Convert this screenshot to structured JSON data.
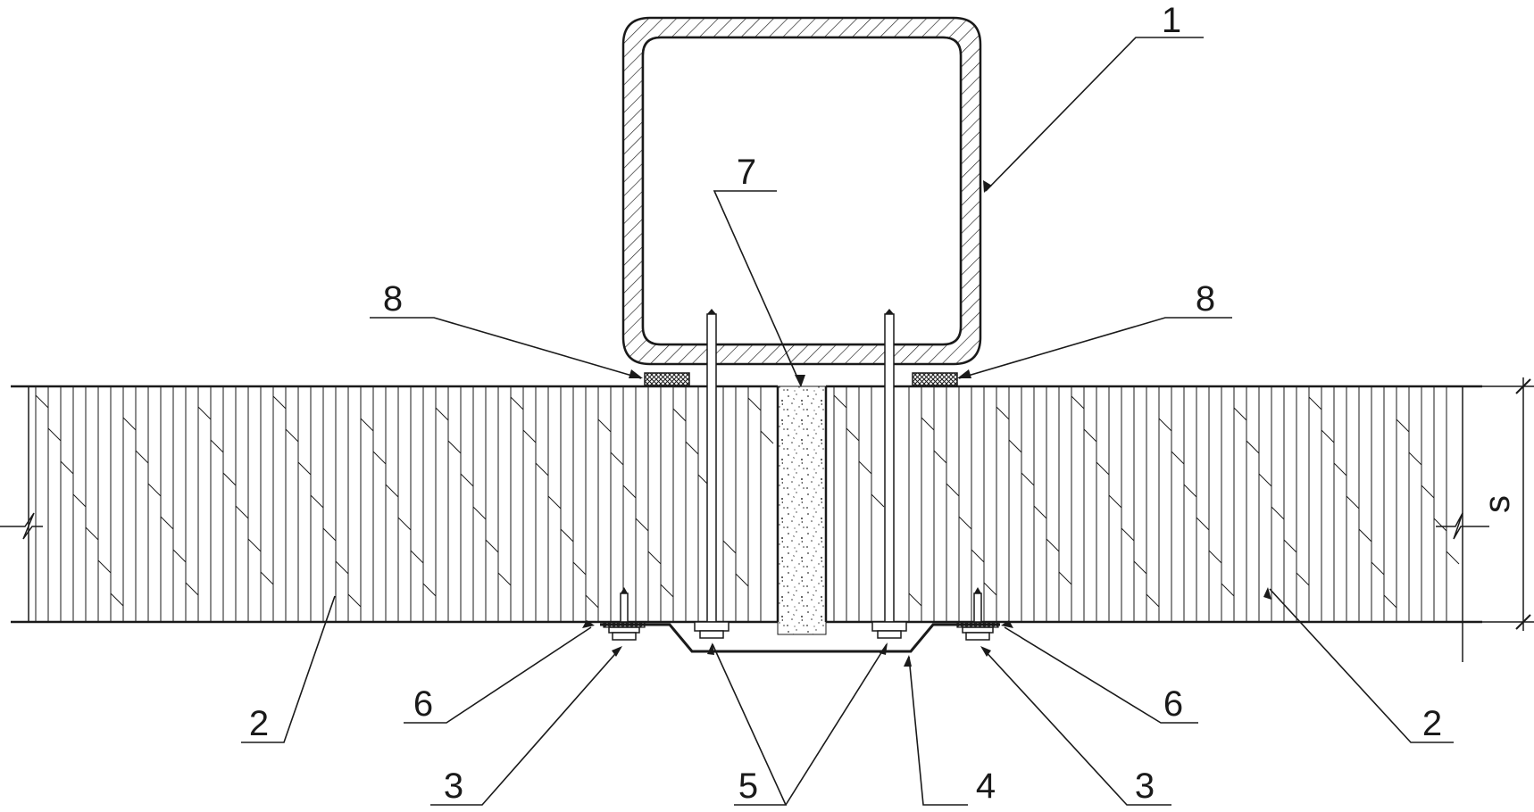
{
  "callouts": {
    "tube": "1",
    "panel_left": "2",
    "panel_right": "2",
    "screw_left": "3",
    "screw_right": "3",
    "flashing": "4",
    "bolts": "5",
    "washer_left": "6",
    "washer_right": "6",
    "filler": "7",
    "gasket_left": "8",
    "gasket_right": "8"
  },
  "dimension": {
    "thickness": "s"
  },
  "colors": {
    "ink": "#1a1a1a",
    "background": "#ffffff"
  }
}
